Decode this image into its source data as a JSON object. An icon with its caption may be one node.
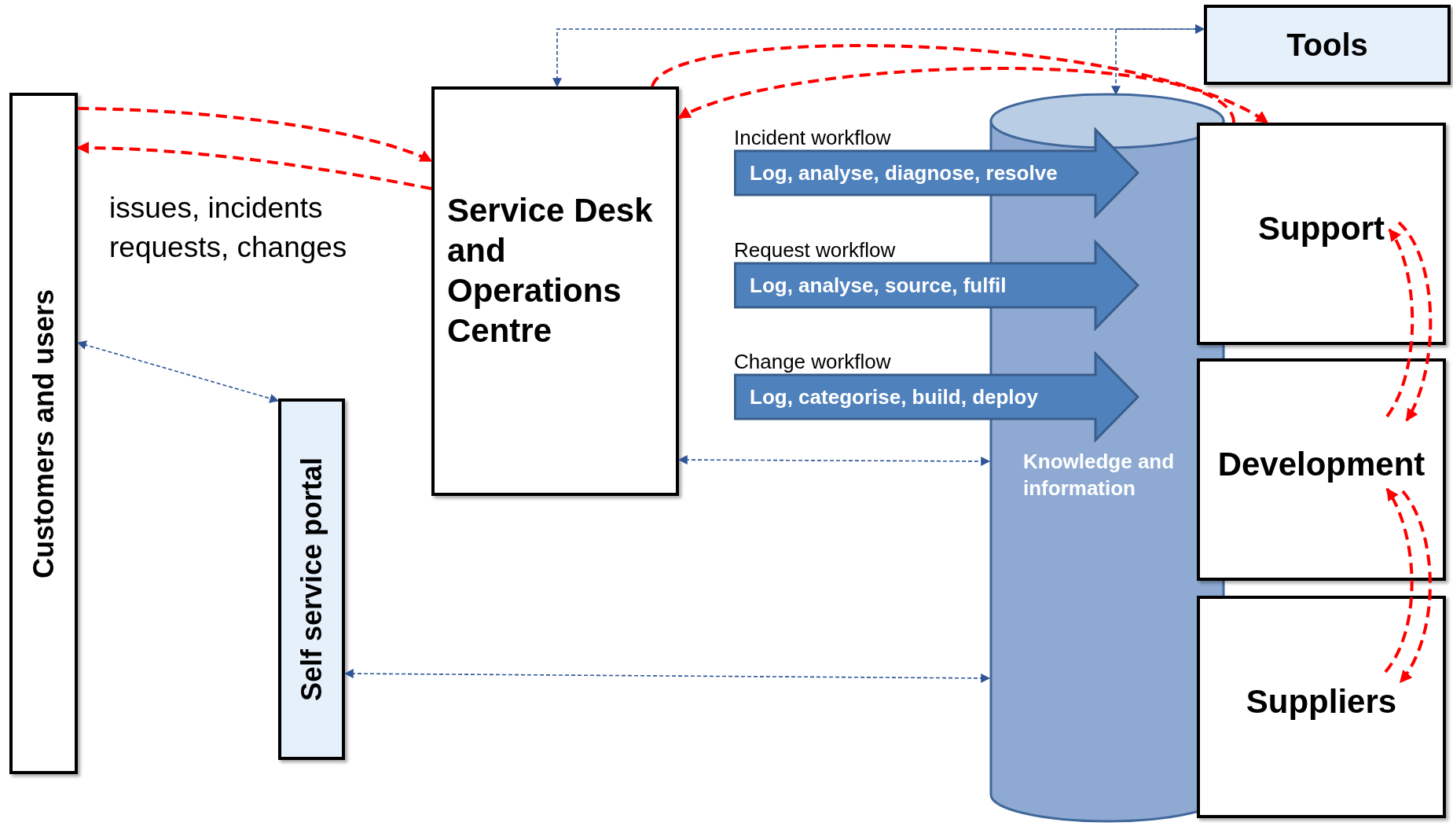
{
  "diagram": {
    "nodes": [
      {
        "text": [
          "Customers and users"
        ]
      },
      {
        "text": [
          "Self service portal"
        ]
      },
      {
        "text": [
          "Service Desk and Operations Centre"
        ]
      },
      {
        "text": [
          "Incident workflow",
          "Log, analyse, diagnose, resolve"
        ]
      },
      {
        "text": [
          "Request workflow",
          "Log, analyse, source, fulfil"
        ]
      },
      {
        "text": [
          "Change workflow",
          "Log, categorise, build, deploy"
        ]
      },
      {
        "text": [
          "Knowledge and information"
        ]
      },
      {
        "text": [
          "Tools"
        ]
      },
      {
        "text": [
          "Support"
        ]
      },
      {
        "text": [
          "Development"
        ]
      },
      {
        "text": [
          "Suppliers"
        ]
      }
    ],
    "edges": [
      {
        "from": 0,
        "to": 2,
        "arrow": "to",
        "style": "dashed"
      },
      {
        "from": 2,
        "to": 0,
        "arrow": "to",
        "style": "dashed"
      },
      {
        "from": 2,
        "to": 8,
        "arrow": "to",
        "style": "dashed"
      },
      {
        "from": 8,
        "to": 2,
        "arrow": "to",
        "style": "dashed"
      },
      {
        "from": 9,
        "to": 8,
        "arrow": "to",
        "style": "dashed"
      },
      {
        "from": 8,
        "to": 9,
        "arrow": "to",
        "style": "dashed"
      },
      {
        "from": 10,
        "to": 9,
        "arrow": "to",
        "style": "dashed"
      },
      {
        "from": 9,
        "to": 10,
        "arrow": "to",
        "style": "dashed"
      },
      {
        "from": 0,
        "to": 1,
        "arrow": "both",
        "style": "dashed",
        "color": "#2f5597"
      },
      {
        "from": 1,
        "to": 6,
        "arrow": "both",
        "style": "dashed",
        "color": "#2f5597"
      },
      {
        "from": 2,
        "to": 6,
        "arrow": "both",
        "style": "dashed",
        "color": "#2f5597"
      },
      {
        "from": 2,
        "to": 7,
        "arrow": "both",
        "style": "dashed",
        "color": "#2f5597"
      },
      {
        "from": 7,
        "to": 6,
        "arrow": "both",
        "style": "dashed",
        "color": "#2f5597"
      }
    ],
    "labels": [
      "issues, incidents requests, changes"
    ]
  }
}
